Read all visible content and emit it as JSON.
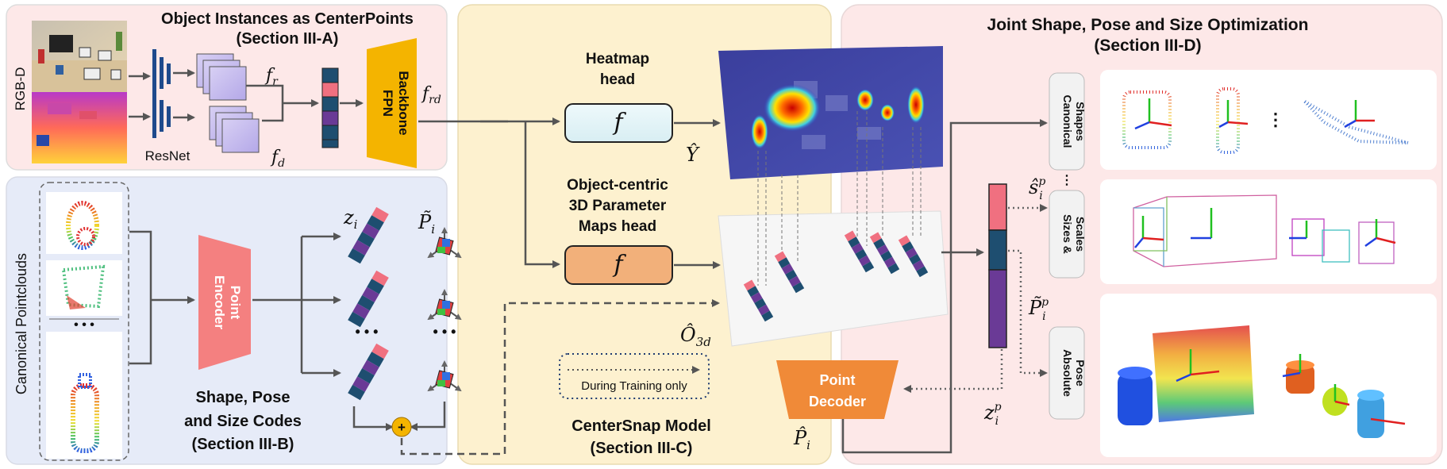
{
  "panel_a": {
    "title_line1": "Object Instances as CenterPoints",
    "title_line2": "(Section III-A)",
    "rgbd_label": "RGB-D",
    "resnet_label": "ResNet",
    "fr_label": "f",
    "fr_sub": "r",
    "fd_label": "f",
    "fd_sub": "d",
    "fpn_line1": "FPN",
    "fpn_line2": "Backbone",
    "frd_label": "f",
    "frd_sub": "rd"
  },
  "panel_b": {
    "side_label": "Canonical Pointclouds",
    "encoder_line1": "Point",
    "encoder_line2": "Encoder",
    "zi_label": "z",
    "zi_sub": "i",
    "pi_label": "P̃",
    "pi_sub": "i",
    "dots": "• • •",
    "dots_small": "• • •",
    "caption_line1": "Shape, Pose",
    "caption_line2": "and Size Codes",
    "caption_line3": "(Section III-B)",
    "plus_symbol": "+"
  },
  "panel_c": {
    "heatmap_line1": "Heatmap",
    "heatmap_line2": "head",
    "head_symbol": "f",
    "param_line1": "Object-centric",
    "param_line2": "3D Parameter",
    "param_line3": "Maps head",
    "yhat_label": "Ŷ",
    "o3d_label": "Ô",
    "o3d_sub": "3d",
    "training_label": "During Training only",
    "decoder_line1": "Point",
    "decoder_line2": "Decoder",
    "phat_label": "P̂",
    "phat_sub": "i",
    "caption_line1": "CenterSnap Model",
    "caption_line2": "(Section III-C)"
  },
  "panel_d": {
    "title_line1": "Joint Shape, Pose and Size Optimization",
    "title_line2": "(Section III-D)",
    "tab_shapes_line1": "Canonical",
    "tab_shapes_line2": "Shapes",
    "tab_sizes_line1": "Sizes &",
    "tab_sizes_line2": "Scales",
    "tab_pose_line1": "Absolute",
    "tab_pose_line2": "Pose",
    "si_label": "ŝ",
    "si_sup": "p",
    "si_sub": "i",
    "pip_label": "P̃",
    "pip_sup": "p",
    "pip_sub": "i",
    "zip_label": "z",
    "zip_sup": "p",
    "zip_sub": "i"
  },
  "colors": {
    "panel_a_bg": "#fde8e8",
    "panel_b_bg": "#e6ebf8",
    "panel_c_bg": "#fdf1cf",
    "panel_d_bg": "#fde8e8",
    "fpn": "#f4b400",
    "encoder": "#f48080",
    "decoder": "#f08a38",
    "head_top": "#e6f5f8",
    "head_bottom": "#f2b07a",
    "plus": "#f4b400",
    "vector_pink": "#f07080",
    "vector_teal": "#1e4e70",
    "vector_purple": "#6a3a96"
  }
}
